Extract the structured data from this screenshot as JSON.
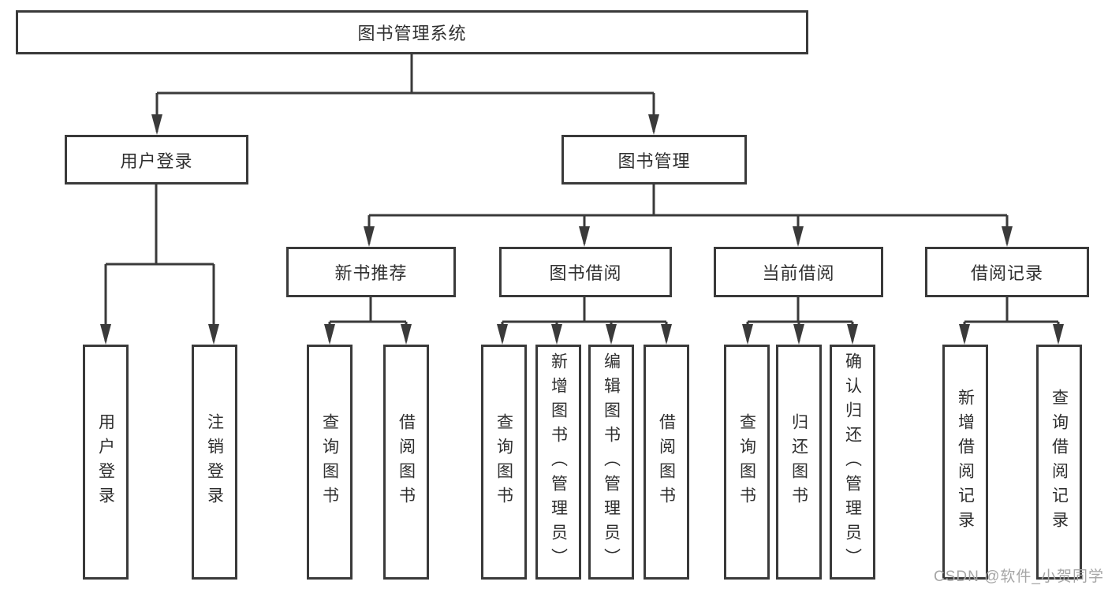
{
  "diagram": {
    "title": "图书管理系统",
    "branches": [
      {
        "label": "用户登录",
        "children": [
          "用户登录",
          "注销登录"
        ]
      },
      {
        "label": "图书管理",
        "sections": [
          {
            "label": "新书推荐",
            "children": [
              "查询图书",
              "借阅图书"
            ]
          },
          {
            "label": "图书借阅",
            "children": [
              "查询图书",
              "新增图书（管理员）",
              "编辑图书（管理员）",
              "借阅图书"
            ]
          },
          {
            "label": "当前借阅",
            "children": [
              "查询图书",
              "归还图书",
              "确认归还（管理员）"
            ]
          },
          {
            "label": "借阅记录",
            "children": [
              "新增借阅记录",
              "查询借阅记录"
            ]
          }
        ]
      }
    ],
    "colors": {
      "line": "#3a3a3a",
      "text": "#2f2f2f",
      "background": "#ffffff",
      "watermark": "#a6a6a6"
    }
  },
  "watermark": {
    "text": "CSDN @软件_小贺同学"
  }
}
